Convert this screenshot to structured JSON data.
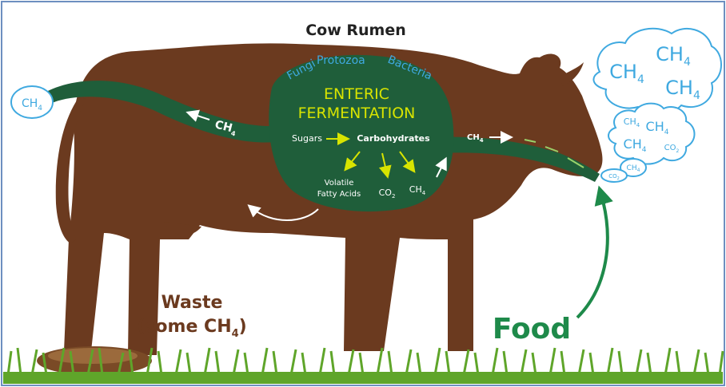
{
  "title": "Cow Rumen",
  "microbes": [
    "Fungi",
    "Protozoa",
    "Bacteria"
  ],
  "process": {
    "line1": "ENTERIC",
    "line2": "FERMENTATION"
  },
  "conversion": {
    "from": "Sugars",
    "to": "Carbohydrates"
  },
  "products": {
    "vfa_line1": "Volatile",
    "vfa_line2": "Fatty Acids",
    "co2": "CO",
    "co2_sub": "2",
    "ch4": "CH",
    "ch4_sub": "4"
  },
  "gas": {
    "ch4": "CH",
    "ch4_sub": "4",
    "co2": "CO",
    "co2_sub": "2"
  },
  "waste": {
    "line1": "Waste",
    "line2_pre": "(some CH",
    "line2_sub": "4",
    "line2_post": ")"
  },
  "food": "Food",
  "colors": {
    "cow_brown": "#6b3a1f",
    "rumen_green": "#1f5e3a",
    "gas_blue": "#3fa9e0",
    "label_yellow": "#d8e400",
    "food_green": "#1e8a4a",
    "waste_brown": "#6b3a1f",
    "frame_blue": "#6d8fc0",
    "grass_green": "#5fa52a"
  }
}
